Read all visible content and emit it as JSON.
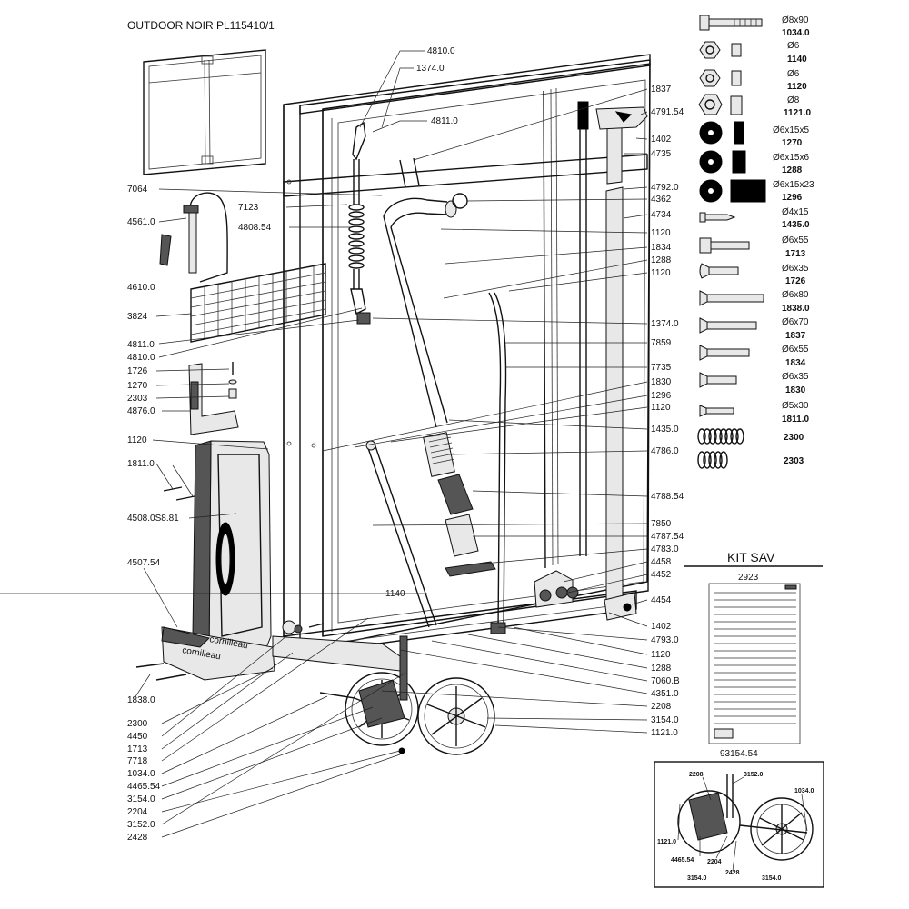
{
  "header": {
    "title": "OUTDOOR NOIR PL115410/1"
  },
  "callouts_left": [
    "7064",
    "4561.0",
    "4610.0",
    "3824",
    "4811.0",
    "4810.0",
    "1726",
    "1270",
    "2303",
    "4876.0",
    "1120",
    "1811.0",
    "4508.0S8.81",
    "4507.54",
    "1838.0",
    "2300",
    "4450",
    "1713",
    "7718",
    "1034.0",
    "4465.54",
    "3154.0",
    "2204",
    "3152.0",
    "2428"
  ],
  "callouts_center": [
    "4810.0",
    "1374.0",
    "4811.0",
    "7123",
    "4808.54",
    "1140"
  ],
  "callouts_right": [
    "1837",
    "4791.54",
    "1402",
    "4735",
    "4792.0",
    "4362",
    "4734",
    "1120",
    "1834",
    "1288",
    "1120",
    "1374.0",
    "7859",
    "7735",
    "1830",
    "1296",
    "1120",
    "1435.0",
    "4786.0",
    "4788.54",
    "7850",
    "4787.54",
    "4783.0",
    "4458",
    "4452",
    "4454",
    "1402",
    "4793.0",
    "1120",
    "1288",
    "7060.B",
    "4351.0",
    "2208",
    "3154.0",
    "1121.0"
  ],
  "hardware": [
    {
      "size": "Ø8x90",
      "ref": "1034.0",
      "icon": "bolt-icon"
    },
    {
      "size": "Ø6",
      "ref": "1140",
      "icon": "hex-nut-icon"
    },
    {
      "size": "Ø6",
      "ref": "1120",
      "icon": "lock-nut-icon"
    },
    {
      "size": "Ø8",
      "ref": "1121.0",
      "icon": "lock-nut-icon"
    },
    {
      "size": "Ø6x15x5",
      "ref": "1270",
      "icon": "washer-icon"
    },
    {
      "size": "Ø6x15x6",
      "ref": "1288",
      "icon": "washer-icon"
    },
    {
      "size": "Ø6x15x23",
      "ref": "1296",
      "icon": "spacer-icon"
    },
    {
      "size": "Ø4x15",
      "ref": "1435.0",
      "icon": "wood-screw-icon"
    },
    {
      "size": "Ø6x55",
      "ref": "1713",
      "icon": "flange-bolt-icon"
    },
    {
      "size": "Ø6x35",
      "ref": "1726",
      "icon": "round-head-screw-icon"
    },
    {
      "size": "Ø6x80",
      "ref": "1838.0",
      "icon": "countersunk-screw-icon"
    },
    {
      "size": "Ø6x70",
      "ref": "1837",
      "icon": "countersunk-screw-icon"
    },
    {
      "size": "Ø6x55",
      "ref": "1834",
      "icon": "countersunk-screw-icon"
    },
    {
      "size": "Ø6x35",
      "ref": "1830",
      "icon": "countersunk-screw-icon"
    },
    {
      "size": "Ø5x30",
      "ref": "1811.0",
      "icon": "countersunk-screw-icon"
    },
    {
      "size": "",
      "ref": "2300",
      "icon": "spring-icon"
    },
    {
      "size": "",
      "ref": "2303",
      "icon": "spring-icon"
    }
  ],
  "kit": {
    "title": "KIT SAV",
    "ref_top": "2923",
    "ref_bottom": "93154.54"
  },
  "inset": {
    "labels": [
      "2208",
      "3152.0",
      "1034.0",
      "1121.0",
      "4465.54",
      "2204",
      "2428",
      "3154.0",
      "3154.0"
    ]
  }
}
